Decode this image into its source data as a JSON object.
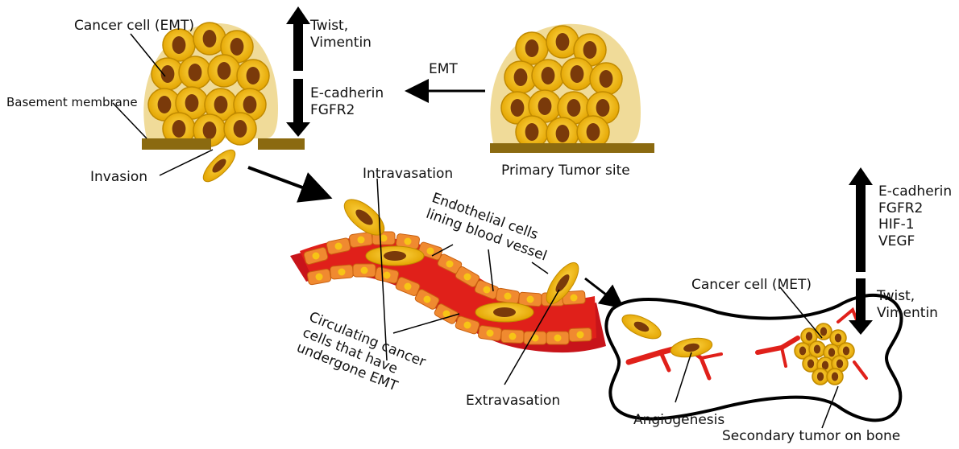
{
  "labels": {
    "cancer_cell_emt": "Cancer cell (EMT)",
    "basement_membrane": "Basement membrane",
    "invasion": "Invasion",
    "emt": "EMT",
    "primary_tumor_site": "Primary Tumor site",
    "twist_up": [
      "Twist,",
      "Vimentin"
    ],
    "ecad_down": [
      "E-cadherin",
      "FGFR2"
    ],
    "intravasation": "Intravasation",
    "endothelial_cells": [
      "Endothelial cells",
      "lining blood vessel"
    ],
    "circulating_cells": [
      "Circulating cancer",
      "cells that have",
      "undergone EMT"
    ],
    "extravasation": "Extravasation",
    "cancer_cell_met": "Cancer cell (MET)",
    "met_up": [
      "E-cadherin",
      "FGFR2",
      "HIF-1",
      "VEGF"
    ],
    "met_down": [
      "Twist,",
      "Vimentin"
    ],
    "angiogenesis": "Angiogenesis",
    "secondary_tumor": "Secondary tumor on bone"
  },
  "colors": {
    "cell_yellow": "#f2c21a",
    "cell_nucleus": "#7a3a0a",
    "membrane": "#8b6a10",
    "vessel_red": "#e0201a",
    "endothelial_orange": "#f08a30",
    "arrow_black": "#000000"
  }
}
